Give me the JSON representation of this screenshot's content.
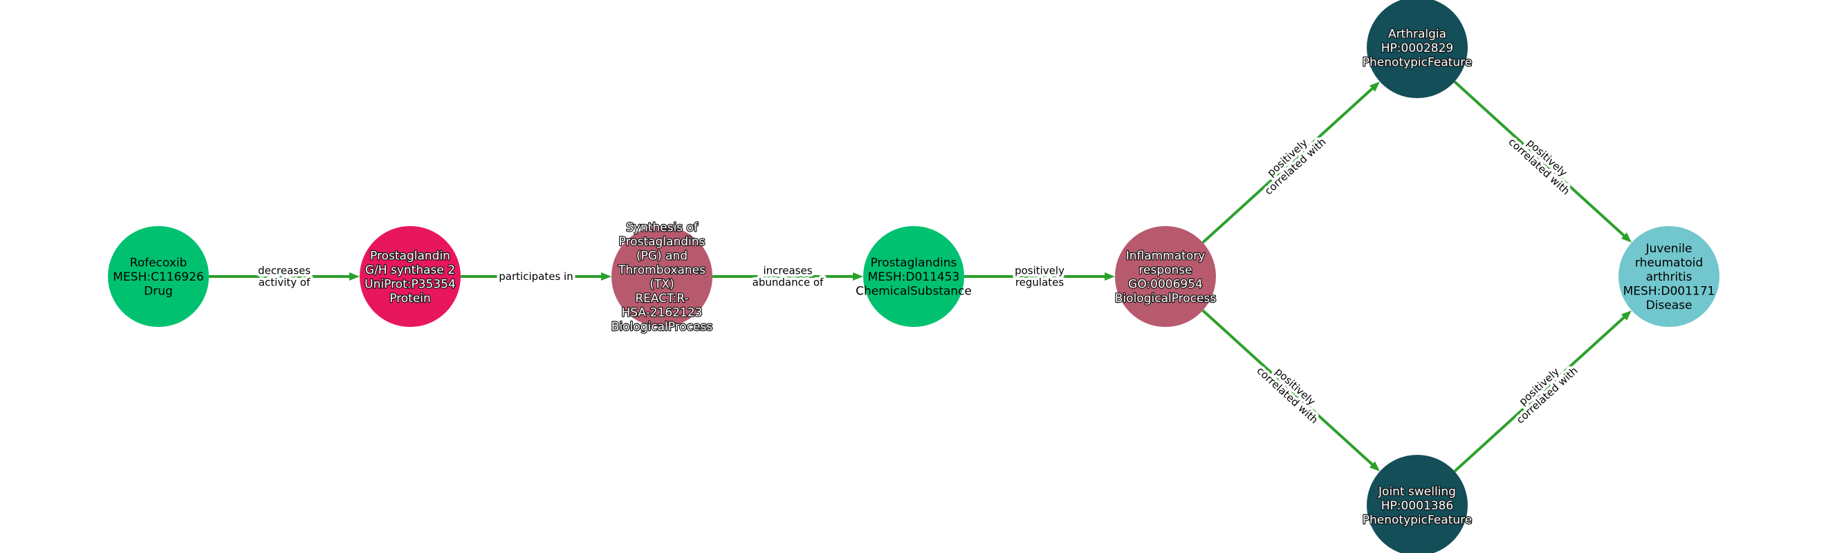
{
  "nodes": [
    {
      "id": "rofecoxib",
      "lines": [
        "Rofecoxib",
        "MESH:C116926",
        "Drug"
      ],
      "color": "#00c170",
      "text_style": "dark"
    },
    {
      "id": "ptgs2",
      "lines": [
        "Prostaglandin",
        "G/H synthase 2",
        "UniProt:P35354",
        "Protein"
      ],
      "color": "#e8175d",
      "text_style": "light"
    },
    {
      "id": "synthesis",
      "lines": [
        "Synthesis of",
        "Prostaglandins",
        "(PG) and",
        "Thromboxanes",
        "(TX)",
        "REACT:R-",
        "HSA-2162123",
        "BiologicalProcess"
      ],
      "color": "#b85a6e",
      "text_style": "light"
    },
    {
      "id": "prostaglandins",
      "lines": [
        "Prostaglandins",
        "MESH:D011453",
        "ChemicalSubstance"
      ],
      "color": "#00c170",
      "text_style": "dark"
    },
    {
      "id": "inflammatory",
      "lines": [
        "Inflammatory",
        "response",
        "GO:0006954",
        "BiologicalProcess"
      ],
      "color": "#b85a6e",
      "text_style": "light"
    },
    {
      "id": "arthralgia",
      "lines": [
        "Arthralgia",
        "HP:0002829",
        "PhenotypicFeature"
      ],
      "color": "#134e59",
      "text_style": "light"
    },
    {
      "id": "joint_swelling",
      "lines": [
        "Joint swelling",
        "HP:0001386",
        "PhenotypicFeature"
      ],
      "color": "#134e59",
      "text_style": "light"
    },
    {
      "id": "jra",
      "lines": [
        "Juvenile",
        "rheumatoid",
        "arthritis",
        "MESH:D001171",
        "Disease"
      ],
      "color": "#72c6cd",
      "text_style": "dark"
    }
  ],
  "edges": [
    {
      "source": "rofecoxib",
      "target": "ptgs2",
      "lines": [
        "decreases",
        "activity of"
      ]
    },
    {
      "source": "ptgs2",
      "target": "synthesis",
      "lines": [
        "participates in"
      ]
    },
    {
      "source": "synthesis",
      "target": "prostaglandins",
      "lines": [
        "increases",
        "abundance of"
      ]
    },
    {
      "source": "prostaglandins",
      "target": "inflammatory",
      "lines": [
        "positively",
        "regulates"
      ]
    },
    {
      "source": "inflammatory",
      "target": "arthralgia",
      "lines": [
        "positively",
        "correlated with"
      ]
    },
    {
      "source": "inflammatory",
      "target": "joint_swelling",
      "lines": [
        "positively",
        "correlated with"
      ]
    },
    {
      "source": "arthralgia",
      "target": "jra",
      "lines": [
        "positively",
        "correlated with"
      ]
    },
    {
      "source": "joint_swelling",
      "target": "jra",
      "lines": [
        "positively",
        "correlated with"
      ]
    }
  ],
  "colors": {
    "edge": "#2ca02c"
  }
}
